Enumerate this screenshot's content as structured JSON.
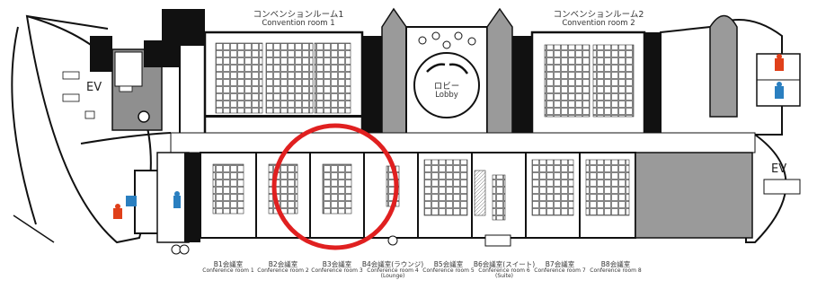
{
  "map": {
    "convention_rooms": [
      {
        "jp": "コンベンションルーム1",
        "en": "Convention room 1"
      },
      {
        "jp": "コンベンションルーム2",
        "en": "Convention room 2"
      }
    ],
    "lobby": {
      "jp": "ロビー",
      "en": "Lobby"
    },
    "ev_labels": [
      "EV",
      "EV"
    ],
    "conference_rooms": [
      {
        "jp": "B1会議室",
        "en": "Conference room 1",
        "sub": ""
      },
      {
        "jp": "B2会議室",
        "en": "Conference room 2",
        "sub": ""
      },
      {
        "jp": "B3会議室",
        "en": "Conference room 3",
        "sub": ""
      },
      {
        "jp": "B4会議室(ラウンジ)",
        "en": "Conference room 4",
        "sub": "(Lounge)"
      },
      {
        "jp": "B5会議室",
        "en": "Conference room 5",
        "sub": ""
      },
      {
        "jp": "B6会議室(スイート)",
        "en": "Conference room 6",
        "sub": "(Suite)"
      },
      {
        "jp": "B7会議室",
        "en": "Conference room 7",
        "sub": ""
      },
      {
        "jp": "B8会議室",
        "en": "Conference room 8",
        "sub": ""
      }
    ],
    "highlighted_room_index": 2,
    "colors": {
      "wall": "#111111",
      "core": "#9a9a9a",
      "highlight": "#e02020",
      "male": "#2a7fc0",
      "female": "#e0401a",
      "accessible": "#2a7fc0"
    }
  }
}
